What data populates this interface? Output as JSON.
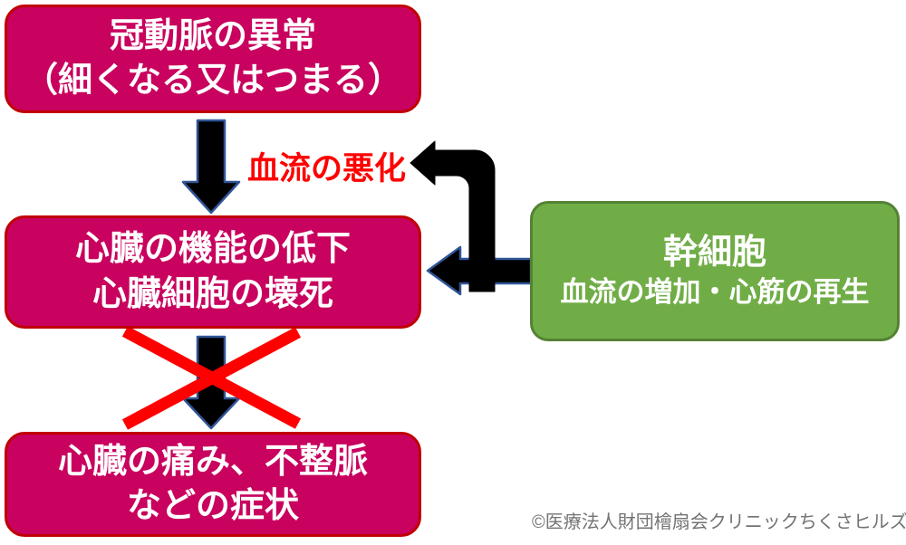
{
  "diagram": {
    "boxes": {
      "coronary": {
        "line1": "冠動脈の異常",
        "line2": "（細くなる又はつまる）"
      },
      "heart_function": {
        "line1": "心臓の機能の低下",
        "line2": "心臓細胞の壊死"
      },
      "symptoms": {
        "line1": "心臓の痛み、不整脈",
        "line2": "などの症状"
      },
      "stem_cell": {
        "title": "幹細胞",
        "subtitle": "血流の増加・心筋の再生"
      }
    },
    "labels": {
      "blood_flow_worsening": "血流の悪化",
      "copyright": "©医療法人財団檜扇会クリニックちくさヒルズ"
    },
    "icons": {
      "down_arrow_top": "down-arrow-icon",
      "down_arrow_bottom": "down-arrow-icon",
      "left_arrow": "left-arrow-icon",
      "bent_arrow": "bent-arrow-icon",
      "cross": "red-cross-icon"
    },
    "colors": {
      "box_pink_fill": "#C8025E",
      "box_pink_border": "#C00000",
      "box_green_fill": "#70AD47",
      "box_green_border": "#548235",
      "box_text": "#FFFFFF",
      "arrow_fill": "#000000",
      "arrow_outline": "#2F5597",
      "cross_red": "#FF0000",
      "label_red": "#FF0000",
      "copyright_gray": "#737373",
      "background": "#FFFFFF"
    }
  }
}
